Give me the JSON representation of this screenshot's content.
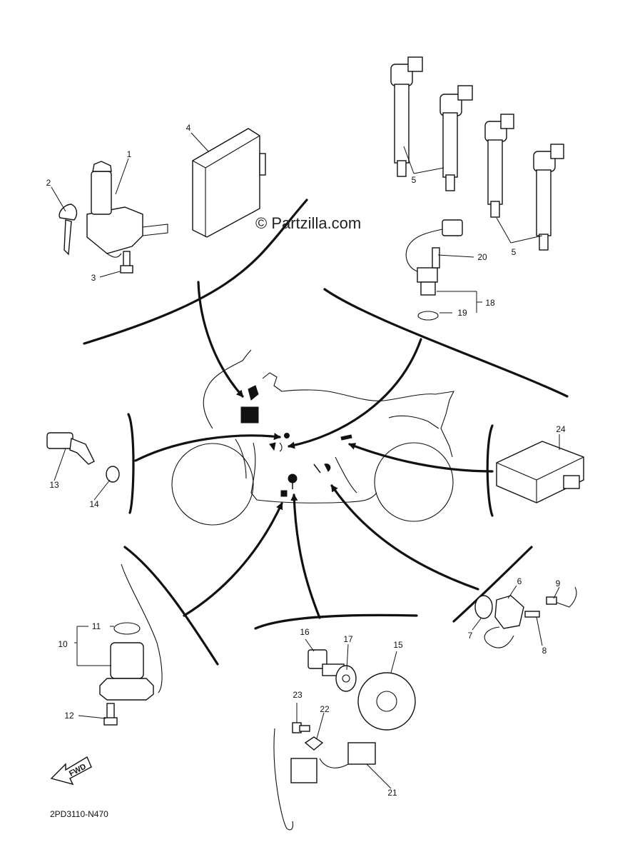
{
  "watermark": "© Partzilla.com",
  "diagram_code": "2PD3110-N470",
  "fwd_label": "FWD",
  "callouts": [
    "1",
    "2",
    "3",
    "4",
    "5",
    "5",
    "6",
    "7",
    "8",
    "9",
    "10",
    "11",
    "12",
    "13",
    "14",
    "15",
    "16",
    "17",
    "18",
    "19",
    "20",
    "21",
    "22",
    "23",
    "24"
  ]
}
